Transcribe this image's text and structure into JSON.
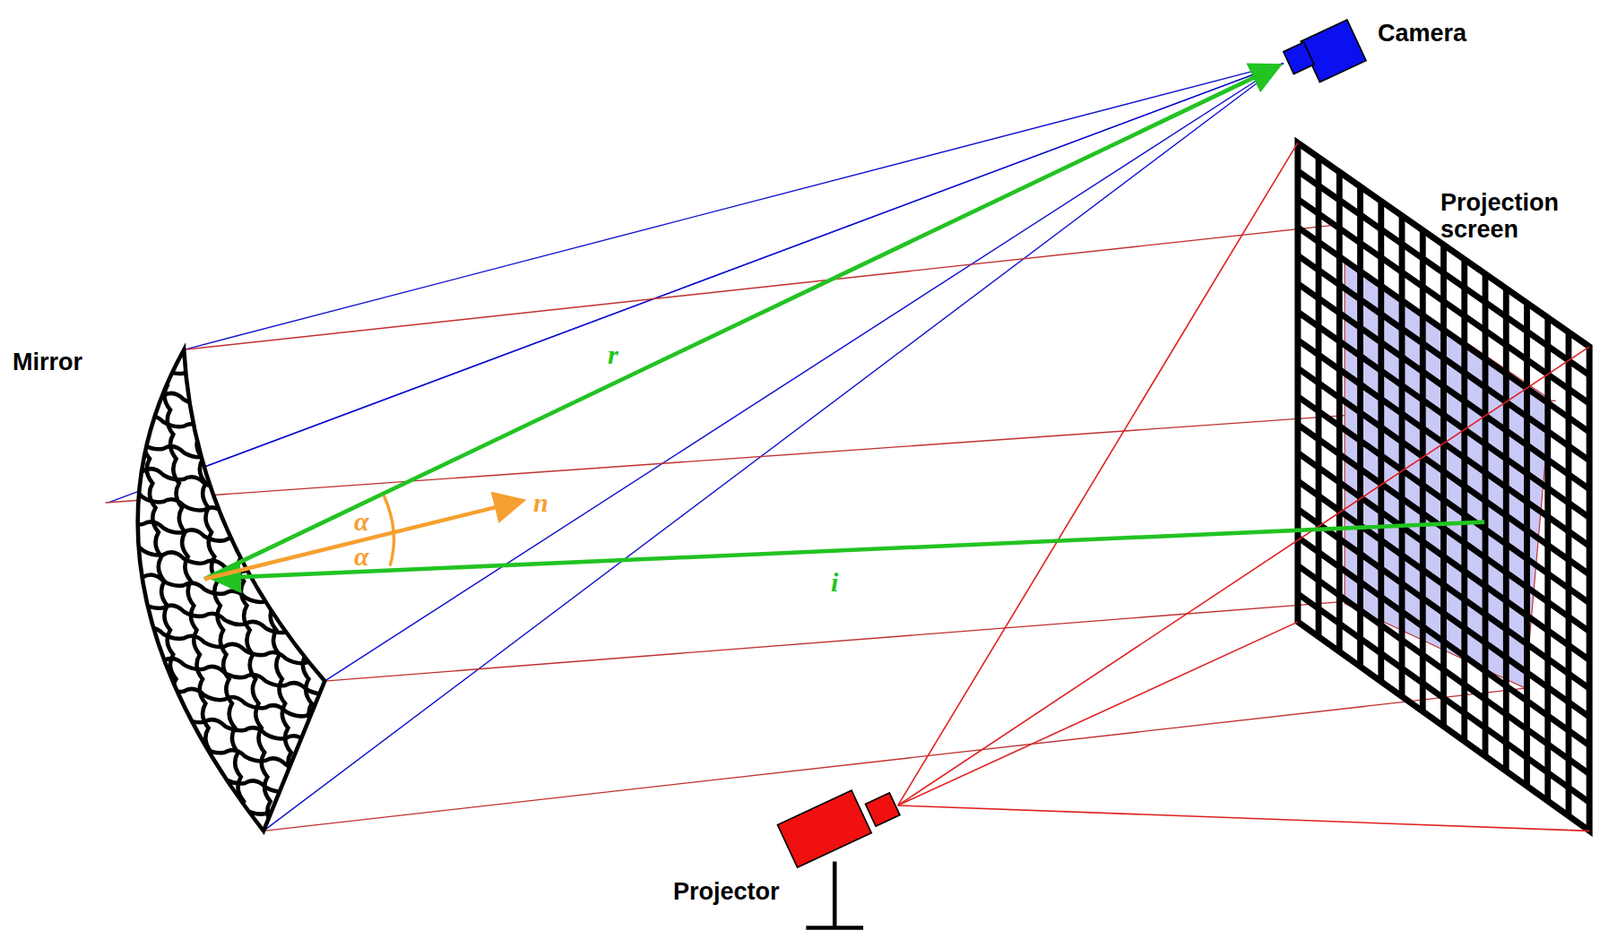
{
  "diagram": {
    "labels": [
      "Camera",
      "Projection screen",
      "Mirror",
      "r",
      "n",
      "α",
      "α",
      "i",
      "Projector"
    ]
  }
}
